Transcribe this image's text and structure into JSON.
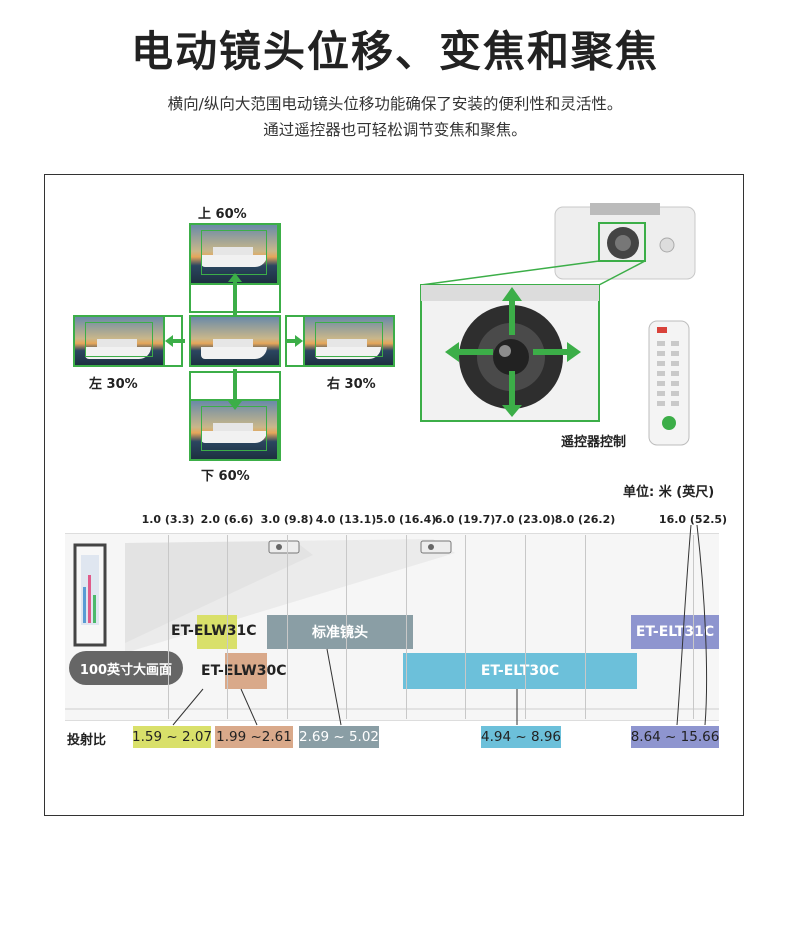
{
  "header": {
    "title": "电动镜头位移、变焦和聚焦",
    "subtitle_line1": "横向/纵向大范围电动镜头位移功能确保了安装的便利性和灵活性。",
    "subtitle_line2": "通过遥控器也可轻松调节变焦和聚焦。"
  },
  "shift": {
    "up": "上 60%",
    "down": "下 60%",
    "left": "左 30%",
    "right": "右 30%"
  },
  "remote_label": "遥控器控制",
  "unit_label": "单位: 米 (英尺)",
  "distance_ticks": [
    "1.0 (3.3)",
    "2.0 (6.6)",
    "3.0 (9.8)",
    "4.0 (13.1)",
    "5.0 (16.4)",
    "6.0 (19.7)",
    "7.0 (23.0)",
    "8.0 (26.2)",
    "16.0 (52.5)"
  ],
  "screen_label": "100英寸大画面",
  "lenses": [
    {
      "name": "ET-ELW31C",
      "ratio": "1.59 ~ 2.07",
      "color": "#d9e06a"
    },
    {
      "name": "ET-ELW30C",
      "ratio": "1.99 ~2.61",
      "color": "#d9a98a"
    },
    {
      "name": "标准镜头",
      "ratio": "2.69 ~ 5.02",
      "color": "#8a9ea5"
    },
    {
      "name": "ET-ELT30C",
      "ratio": "4.94 ~ 8.96",
      "color": "#6cc0da"
    },
    {
      "name": "ET-ELT31C",
      "ratio": "8.64 ~ 15.66",
      "color": "#8e95cf"
    }
  ],
  "throw_ratio_label": "投射比"
}
